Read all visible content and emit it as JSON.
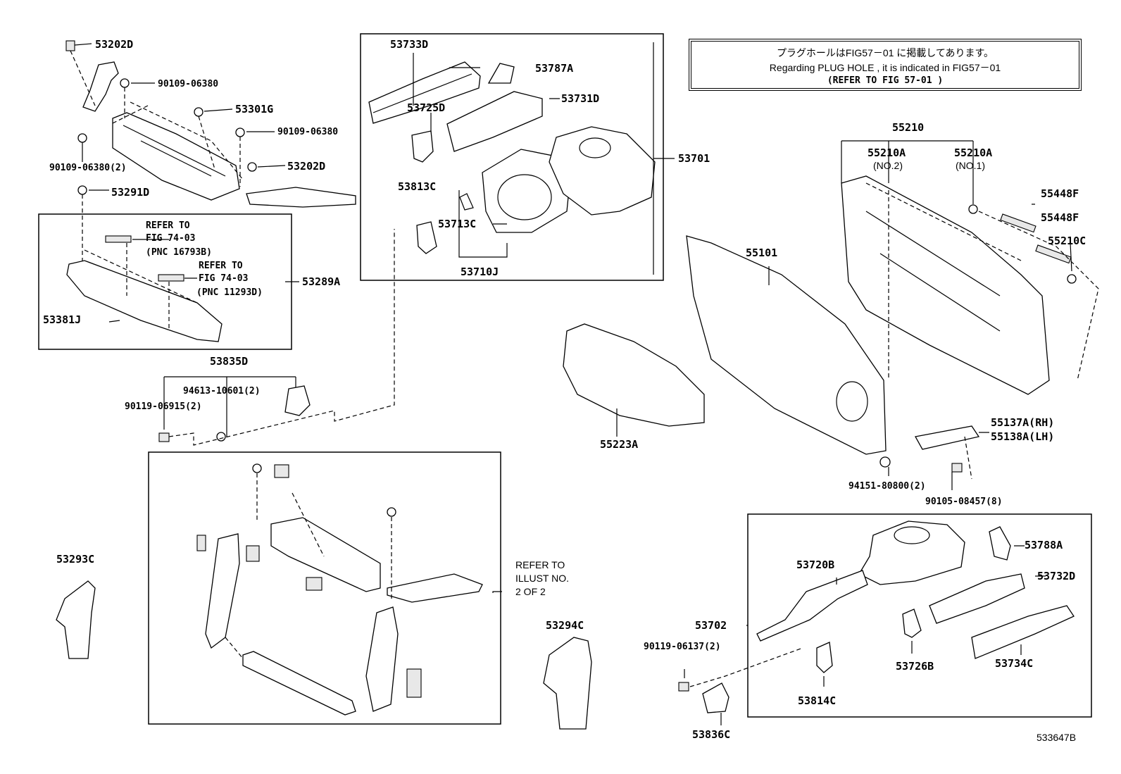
{
  "note": {
    "line1": "プラグホールはFIG57－01 に掲載してあります。",
    "line2": "Regarding PLUG HOLE , it is indicated in FIG57－01",
    "line3": "(REFER TO FIG 57-01 )"
  },
  "diagram_code": "533647B",
  "labels": {
    "p53202D_top": "53202D",
    "p90109_06380_a": "90109-06380",
    "p53301G": "53301G",
    "p90109_06380_b": "90109-06380",
    "p90109_06380_2": "90109-06380(2)",
    "p53202D_mid": "53202D",
    "p53291D": "53291D",
    "refer1_a": "REFER TO",
    "refer1_b": "FIG 74-03",
    "refer1_c": "(PNC 16793B)",
    "refer2_a": "REFER TO",
    "refer2_b": "FIG 74-03",
    "refer2_c": "(PNC 11293D)",
    "p53289A": "53289A",
    "p53381J": "53381J",
    "p53835D": "53835D",
    "p94613_10601": "94613-10601(2)",
    "p90119_06915": "90119-06915(2)",
    "p53733D": "53733D",
    "p53787A": "53787A",
    "p53731D": "53731D",
    "p53725D": "53725D",
    "p53701": "53701",
    "p53813C": "53813C",
    "p53713C": "53713C",
    "p53710J": "53710J",
    "p55210": "55210",
    "p55210A_no2": "55210A",
    "p55210A_no2_sub": "(NO.2)",
    "p55210A_no1": "55210A",
    "p55210A_no1_sub": "(NO.1)",
    "p55448F_a": "55448F",
    "p55448F_b": "55448F",
    "p55210C": "55210C",
    "p55101": "55101",
    "p55223A": "55223A",
    "p55137A": "55137A(RH)",
    "p55138A": "55138A(LH)",
    "p94151_80800": "94151-80800(2)",
    "p90105_08457": "90105-08457(8)",
    "p53293C": "53293C",
    "refer3_a": "REFER TO",
    "refer3_b": "ILLUST NO.",
    "refer3_c": "2 OF 2",
    "p53294C": "53294C",
    "p53720B": "53720B",
    "p53788A": "53788A",
    "p53732D": "53732D",
    "p53702": "53702",
    "p90119_06137": "90119-06137(2)",
    "p53726B": "53726B",
    "p53734C": "53734C",
    "p53814C": "53814C",
    "p53836C": "53836C"
  }
}
